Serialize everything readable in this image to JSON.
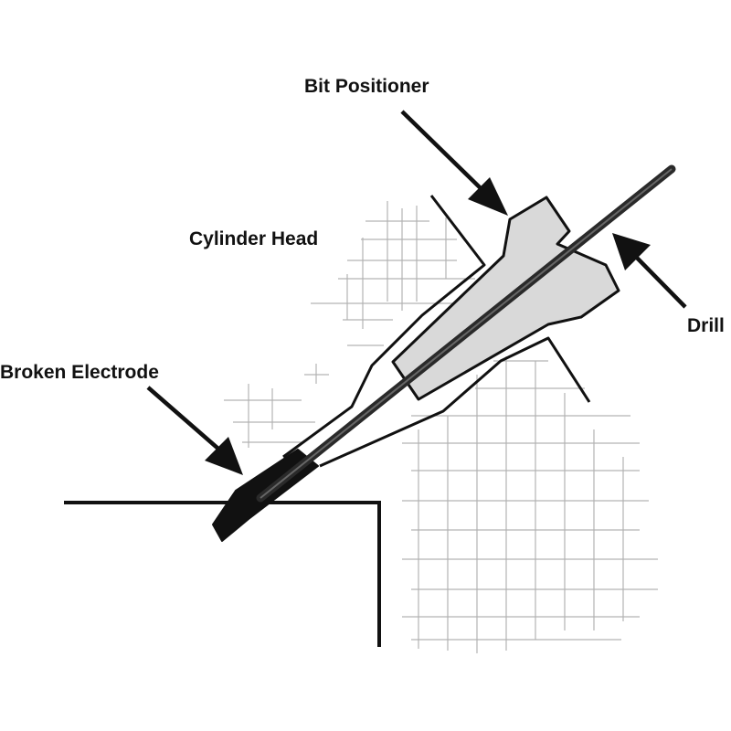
{
  "labels": {
    "bit_positioner": "Bit Positioner",
    "cylinder_head": "Cylinder Head",
    "drill": "Drill",
    "broken_electrode": "Broken Electrode"
  },
  "colors": {
    "ink": "#111111",
    "positioner_fill": "#d9d9d9",
    "hatch": "#9a9a9a",
    "background": "#ffffff"
  }
}
